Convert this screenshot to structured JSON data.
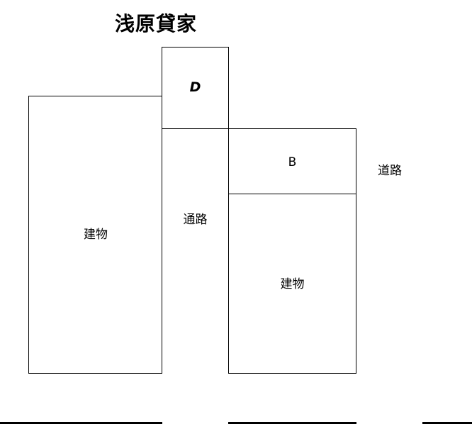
{
  "title": "浅原貸家",
  "regions": {
    "left_building": {
      "label": "建物"
    },
    "unit_d": {
      "label": "D"
    },
    "passage": {
      "label": "通路"
    },
    "unit_b": {
      "label": "B"
    },
    "right_building": {
      "label": "建物"
    },
    "road": {
      "label": "道路"
    }
  },
  "colors": {
    "line": "#000000",
    "background": "#ffffff"
  }
}
